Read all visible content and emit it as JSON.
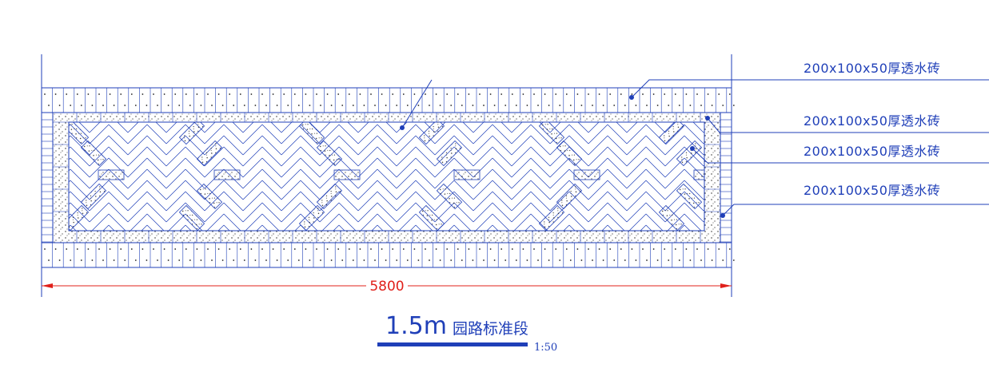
{
  "drawing": {
    "callouts": [
      {
        "label": "200x100x50厚透水砖"
      },
      {
        "label": "200x100x50厚透水砖"
      },
      {
        "label": "200x100x50厚透水砖"
      },
      {
        "label": "200x100x50厚透水砖"
      }
    ],
    "dimension": "5800",
    "title_size": "1.5m",
    "title_text": "园路标准段",
    "scale": "1:50",
    "colors": {
      "line": "#1f3fb8",
      "dimension": "#e0201a",
      "speckle": "#222222"
    }
  }
}
